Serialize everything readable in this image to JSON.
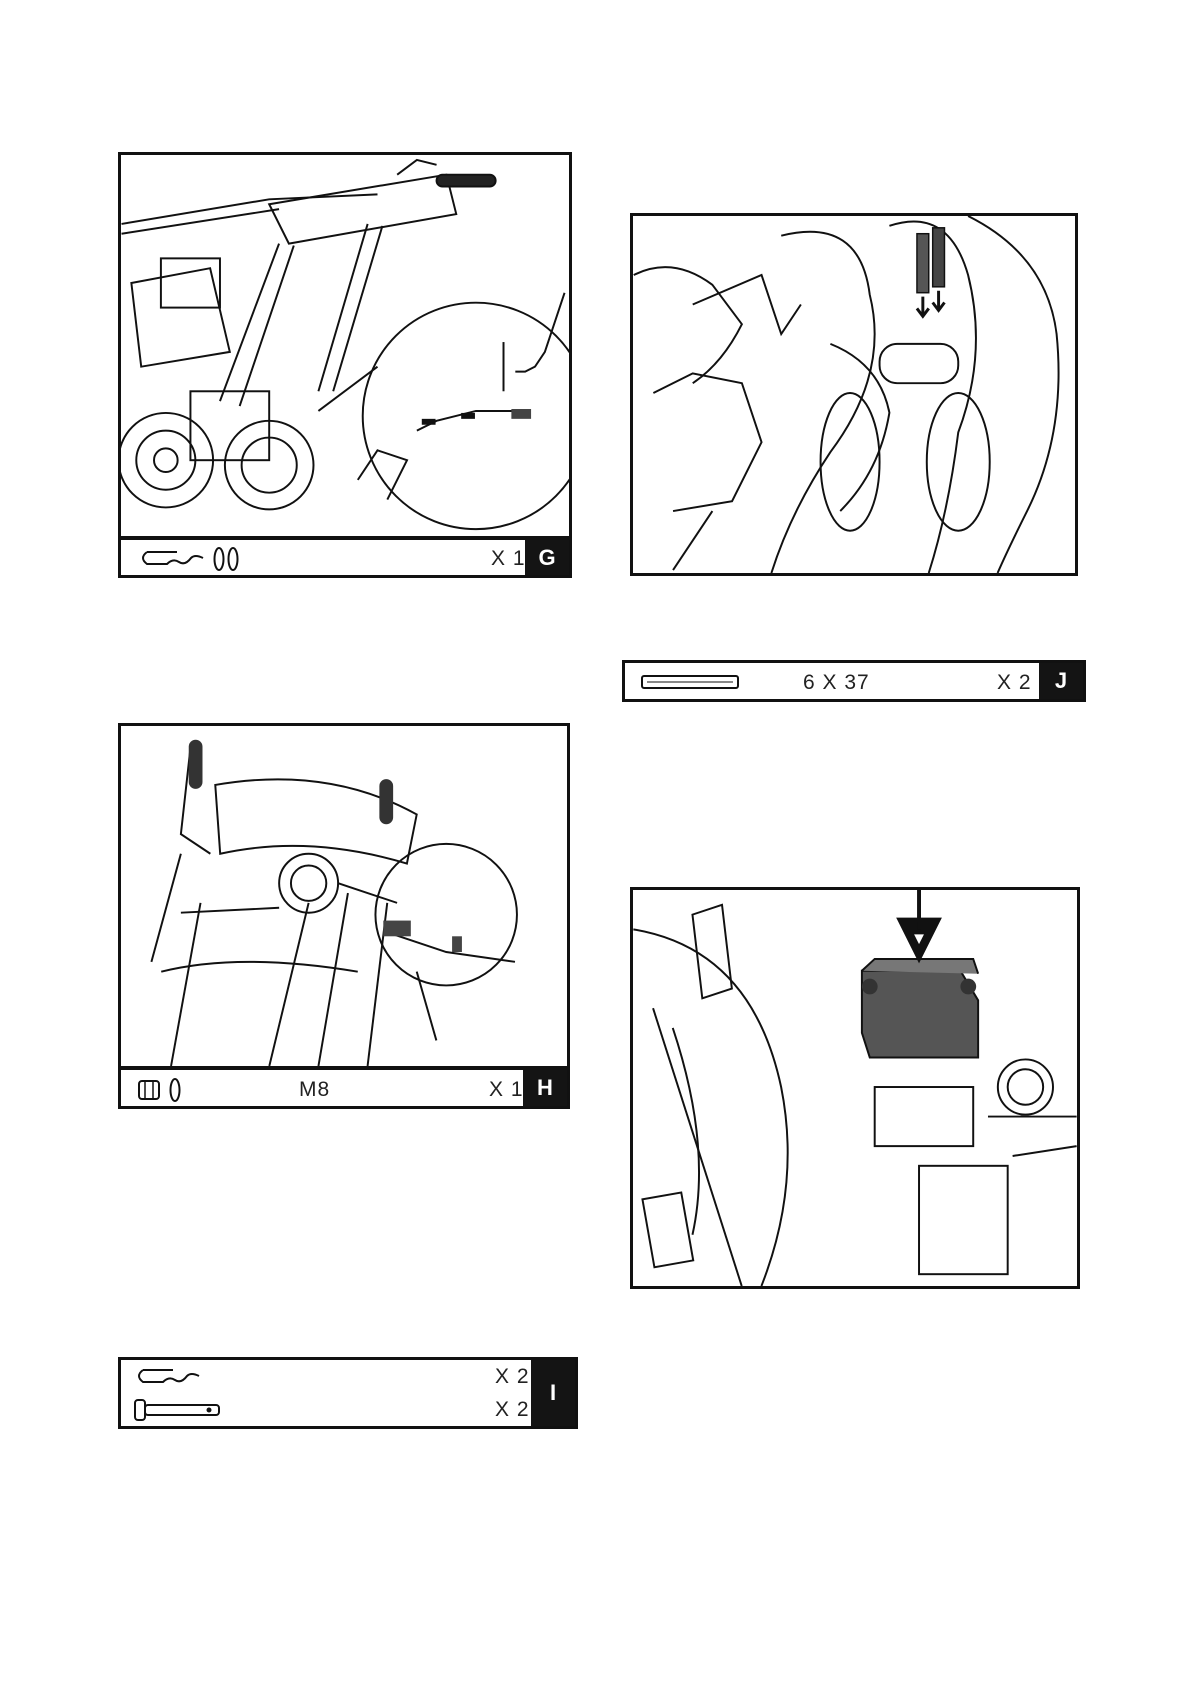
{
  "figures": {
    "g": {
      "letter": "G",
      "parts": [
        {
          "icons": [
            "hairpin-clip-icon",
            "washer-icon",
            "washer-icon"
          ],
          "spec": "",
          "qty": "X 1"
        }
      ]
    },
    "h": {
      "letter": "H",
      "parts": [
        {
          "icons": [
            "hex-nut-icon",
            "washer-icon"
          ],
          "spec": "M8",
          "qty": "X 1"
        }
      ]
    },
    "i": {
      "letter": "I",
      "parts": [
        {
          "icons": [
            "hairpin-clip-icon"
          ],
          "spec": "",
          "qty": "X 2"
        },
        {
          "icons": [
            "clevis-pin-icon"
          ],
          "spec": "",
          "qty": "X 2"
        }
      ]
    },
    "j": {
      "letter": "J",
      "parts": [
        {
          "icons": [
            "shear-pin-icon"
          ],
          "spec": "6 X 37",
          "qty": "X 2"
        }
      ]
    },
    "k": {
      "illustration": "battery-cover-installation"
    }
  },
  "colors": {
    "line": "#111111",
    "label_bg": "#141414",
    "part_fill": "#555555"
  }
}
